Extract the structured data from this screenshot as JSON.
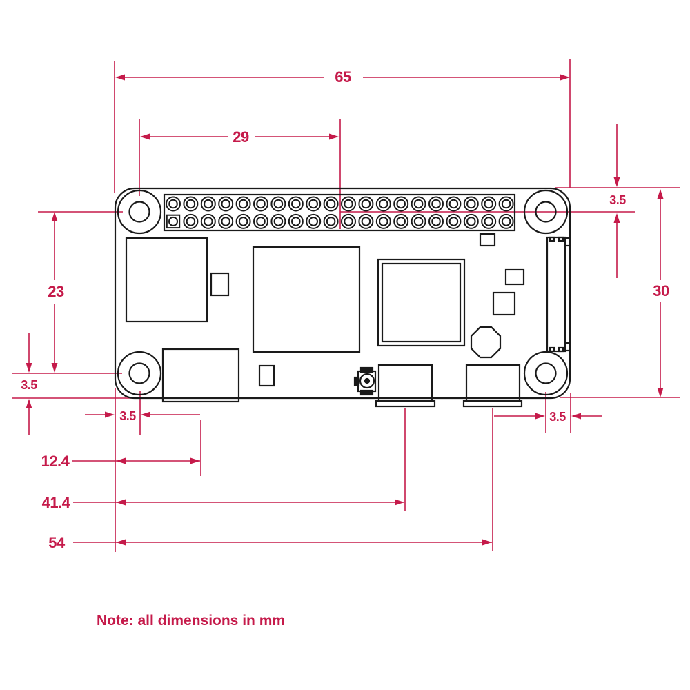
{
  "title": "Raspberry Pi Zero board mechanical drawing",
  "units": "mm",
  "note": "Note: all dimensions in mm",
  "colors": {
    "dimension": "#C51A4A",
    "outline": "#1a1a1a",
    "background": "#ffffff"
  },
  "board": {
    "width_mm": 65,
    "height_mm": 30,
    "corner_hole_offset_mm": 3.5,
    "hole_vertical_spacing_mm": 23
  },
  "gpio": {
    "rows": 2,
    "cols": 20,
    "pitch_mm": 2.54
  },
  "dimensions": {
    "board_width": "65",
    "gpio_center_from_hole": "29",
    "hole_offset_top_right": "3.5",
    "board_height": "30",
    "hole_spacing_left": "23",
    "hole_offset_left_bottom": "3.5",
    "hole_offset_bottom_left": "3.5",
    "hdmi_center_from_edge": "12.4",
    "usb_data_center_from_edge": "41.4",
    "usb_power_center_from_edge": "54",
    "hole_offset_bottom_right": "3.5"
  }
}
